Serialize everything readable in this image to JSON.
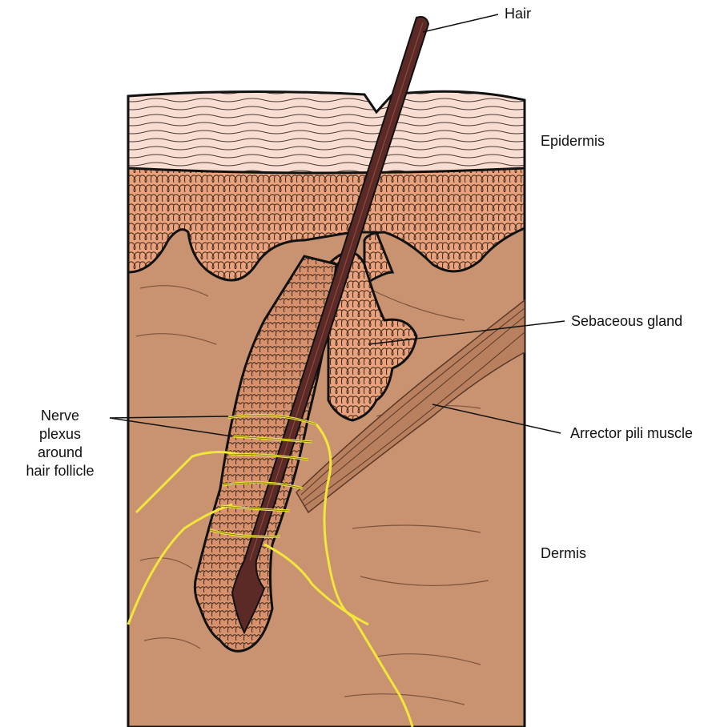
{
  "labels": {
    "hair": "Hair",
    "epidermis": "Epidermis",
    "sebaceous_gland": "Sebaceous gland",
    "arrector_pili_muscle": "Arrector pili muscle",
    "dermis": "Dermis",
    "nerve_plexus_lines": [
      "Nerve",
      "plexus",
      "around",
      "hair follicle"
    ]
  },
  "colors": {
    "dermis": "#c99372",
    "epidermis_top": "#f7ddd2",
    "epidermis_cells": "#e9a27e",
    "hair_shaft": "#5b2a26",
    "nerve": "#f2e63a",
    "outline": "#111111"
  }
}
